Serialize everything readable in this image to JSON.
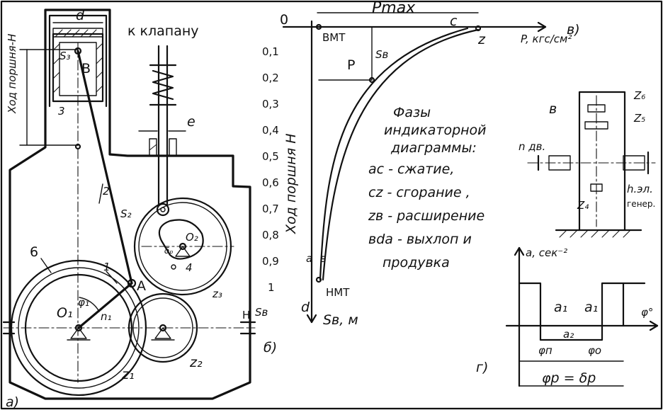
{
  "panel_a": {
    "label": "а)",
    "valve_label": "к клапану",
    "stroke_label": "Ход поршня-Н",
    "d_label": "d",
    "e_label": "е",
    "parts": {
      "piston_num": "3",
      "rod_num": "2",
      "crank_num": "1",
      "flywheel_num": "6",
      "cam_num": "4"
    },
    "points": {
      "s3": "S₃",
      "b": "B",
      "s2": "S₂",
      "a": "A",
      "o1": "O₁",
      "phi1": "φ₁",
      "n1": "n₁",
      "o2": "O₂",
      "delta_p": "δₚ",
      "z1": "z₁",
      "z2": "z₂",
      "z3": "z₃",
      "h": "H"
    }
  },
  "panel_b": {
    "label": "б)",
    "origin": "0",
    "pmax": "Pmax",
    "c": "c",
    "z": "z",
    "p_axis": "P, кгс/см²",
    "tdc": "ВМТ",
    "bdc": "НМТ",
    "sb": "Sв",
    "p": "P",
    "a": "a",
    "b": "в",
    "d": "d",
    "y_axis": "Ход поршня Н",
    "sb_axis": "Sв, м",
    "sb_tick": "Sв",
    "ticks": [
      "0,1",
      "0,2",
      "0,3",
      "0,4",
      "0,5",
      "0,6",
      "0,7",
      "0,8",
      "0,9",
      "1"
    ],
    "phases_title": [
      "Фазы",
      "индикаторной",
      "диаграммы:"
    ],
    "phases": [
      "ac - сжатие,",
      "cz - сгорание ,",
      "zв - расширение",
      "вda - выхлоп и",
      "продувка"
    ]
  },
  "panel_v": {
    "label": "в)",
    "z6": "Z₆",
    "z5": "Z₅",
    "b": "в",
    "n_eng": "n дв.",
    "z4": "Z₄",
    "n_gen": "h.эл.",
    "gen": "генер."
  },
  "panel_g": {
    "label": "г)",
    "a_axis": "a, сек⁻²",
    "phi_axis": "φ°",
    "a1_left": "a₁",
    "a1_right": "a₁",
    "a2": "a₂",
    "phi_p": "φп",
    "phi_o": "φо",
    "phi_total": "φp = δp"
  }
}
